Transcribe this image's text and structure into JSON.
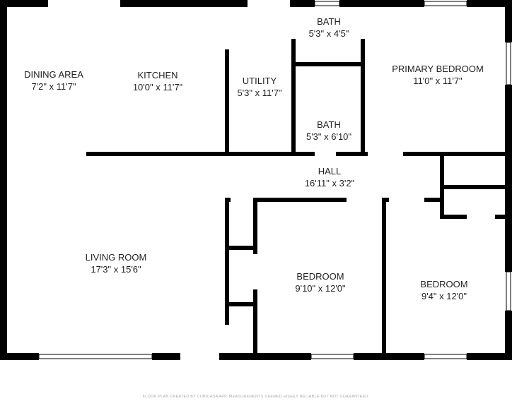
{
  "rooms": [
    {
      "name": "DINING AREA",
      "size": "7'2\" x 11'7\""
    },
    {
      "name": "KITCHEN",
      "size": "10'0\" x 11'7\""
    },
    {
      "name": "UTILITY",
      "size": "5'3\" x 11'7\""
    },
    {
      "name": "BATH",
      "size": "5'3\" x 4'5\""
    },
    {
      "name": "BATH",
      "size": "5'3\" x 6'10\""
    },
    {
      "name": "PRIMARY BEDROOM",
      "size": "11'0\" x 11'7\""
    },
    {
      "name": "HALL",
      "size": "16'11\" x 3'2\""
    },
    {
      "name": "LIVING ROOM",
      "size": "17'3\" x 15'6\""
    },
    {
      "name": "BEDROOM",
      "size": "9'10\" x 12'0\""
    },
    {
      "name": "BEDROOM",
      "size": "9'4\" x 12'0\""
    }
  ],
  "footer": "FLOOR PLAN CREATED BY CUBICASA APP. MEASUREMENTS DEEMED HIGHLY RELIABLE BUT NOT GUARANTEED.",
  "colors": {
    "wall": "#000000",
    "window": "#ffffff",
    "text": "#222222"
  }
}
